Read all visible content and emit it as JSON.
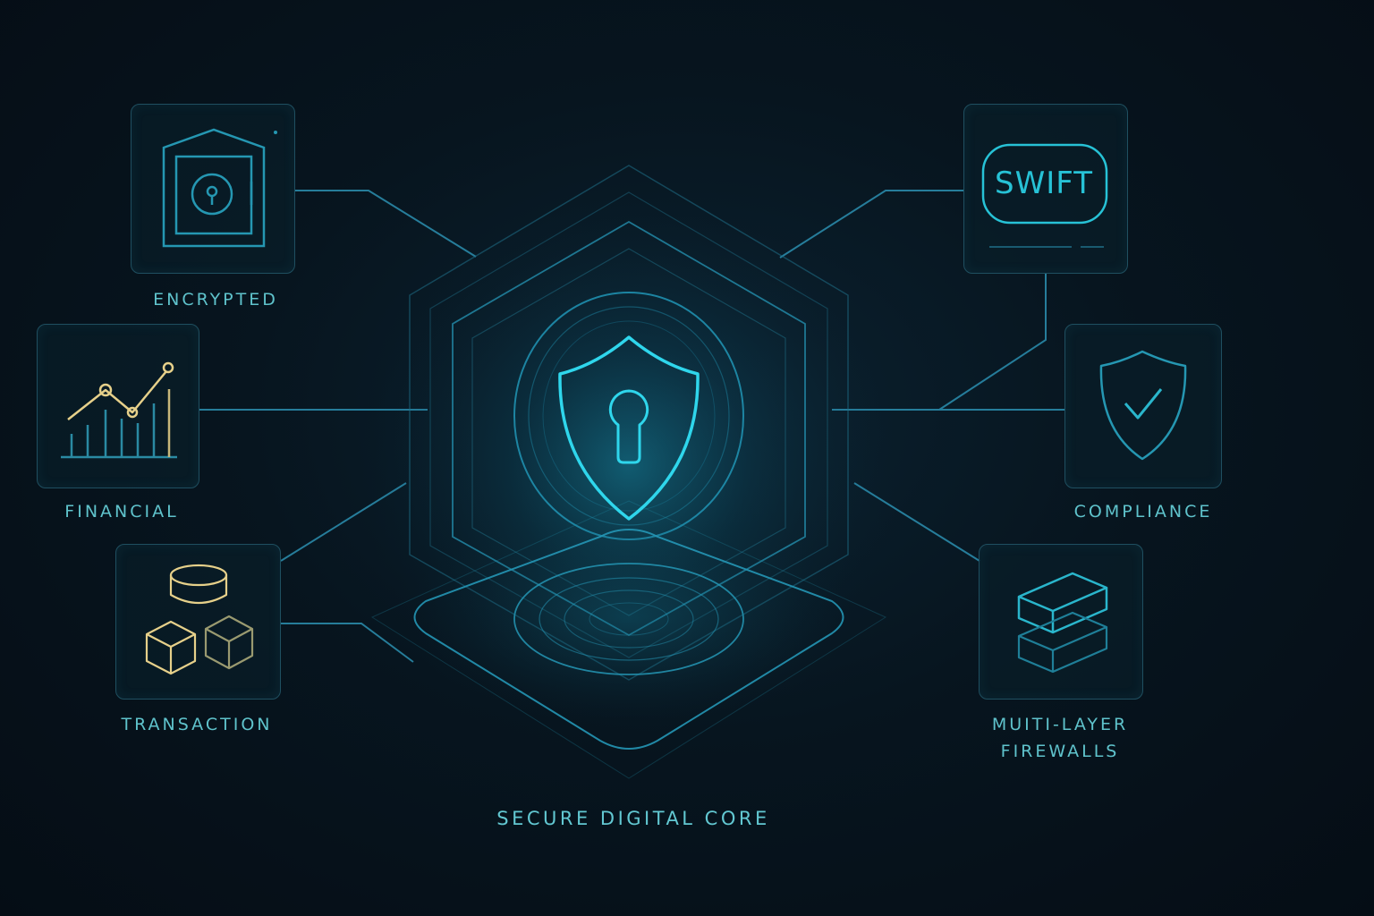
{
  "diagram": {
    "core_label": "SECURE DIGITAL CORE",
    "nodes": [
      {
        "id": "encrypted",
        "label": "ENCRYPTED",
        "icon": "safe-vault-icon"
      },
      {
        "id": "financial",
        "label": "FINANCIAL",
        "icon": "line-bar-chart-icon"
      },
      {
        "id": "transaction",
        "label": "TRANSACTION",
        "icon": "database-blocks-icon"
      },
      {
        "id": "swift",
        "label": "",
        "badge_text": "SWIFT",
        "icon": "swift-badge-icon"
      },
      {
        "id": "compliance",
        "label": "COMPLIANCE",
        "icon": "shield-check-icon"
      },
      {
        "id": "firewalls",
        "label_line1": "MUITI-LAYER",
        "label_line2": "FIREWALLS",
        "icon": "stacked-blocks-icon"
      }
    ],
    "center_icon": "shield-keyhole-icon"
  },
  "colors": {
    "accent_cyan": "#27c2d6",
    "label_teal": "#5fc3cc",
    "line_blue": "#2b8fb0",
    "gold_accent": "#e6d08a",
    "background": "#07151f"
  }
}
